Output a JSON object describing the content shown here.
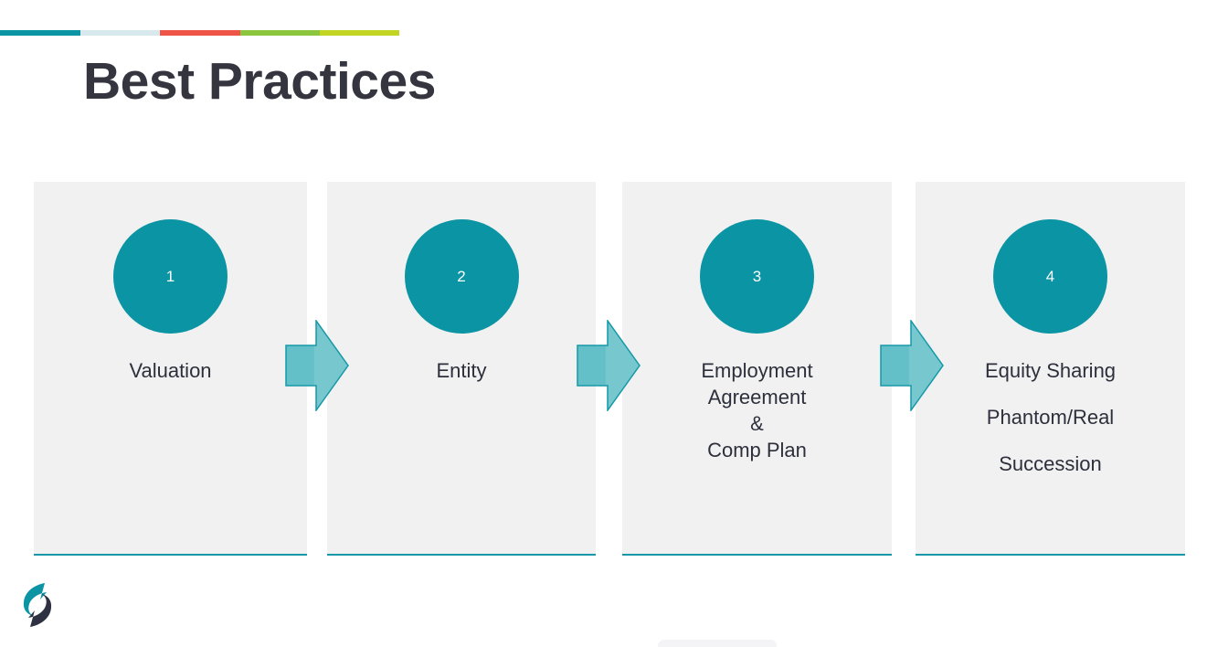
{
  "slide": {
    "title": "Best Practices",
    "background_color": "#ffffff",
    "title_color": "#34353f"
  },
  "accent_bar": {
    "segments": [
      {
        "name": "teal",
        "color": "#0b94a4",
        "width": 88
      },
      {
        "name": "pale-blue",
        "color": "#d7e9ec",
        "width": 87
      },
      {
        "name": "red",
        "color": "#ef5547",
        "width": 88
      },
      {
        "name": "green",
        "color": "#8cc63e",
        "width": 87
      },
      {
        "name": "lime",
        "color": "#c2d522",
        "width": 87
      }
    ]
  },
  "process": {
    "circle_color": "#0b94a4",
    "card_background": "#f1f1f1",
    "card_underline_color": "#1698a8",
    "arrow_fill": "#64c0c8",
    "arrow_fill_light": "#77c8ce",
    "arrow_stroke": "#1698a8",
    "steps": [
      {
        "number": "1",
        "lines": [
          "Valuation"
        ],
        "spaced": false
      },
      {
        "number": "2",
        "lines": [
          "Entity"
        ],
        "spaced": false
      },
      {
        "number": "3",
        "lines": [
          "Employment",
          "Agreement",
          "&",
          "Comp Plan"
        ],
        "spaced": false
      },
      {
        "number": "4",
        "lines": [
          "Equity Sharing",
          "Phantom/Real",
          "Succession"
        ],
        "spaced": true
      }
    ]
  },
  "logo": {
    "name": "swirl-s-logo",
    "color_primary": "#0b94a4",
    "color_secondary": "#2e3141"
  }
}
